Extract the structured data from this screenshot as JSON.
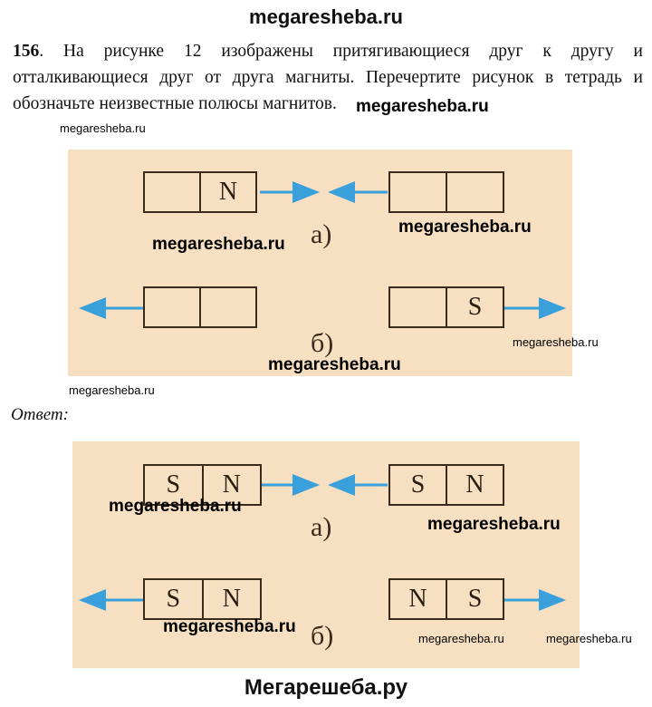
{
  "site_title": "megaresheba.ru",
  "problem": {
    "number": "156",
    "text": ". На рисунке 12 изображены притягивающиеся друг к другу и отталкивающиеся друг от друга магниты. Перечертите рисунок в тетрадь и обозначьте неизвестные полюсы магнитов."
  },
  "watermark": "megaresheba.ru",
  "figure_question": {
    "a": {
      "label": "а)",
      "left": [
        "",
        "N"
      ],
      "right": [
        "",
        ""
      ]
    },
    "b": {
      "label": "б)",
      "left": [
        "",
        ""
      ],
      "right": [
        "",
        "S"
      ]
    }
  },
  "answer_label": "Ответ:",
  "figure_answer": {
    "a": {
      "label": "а)",
      "left": [
        "S",
        "N"
      ],
      "right": [
        "S",
        "N"
      ]
    },
    "b": {
      "label": "б)",
      "left": [
        "S",
        "N"
      ],
      "right": [
        "N",
        "S"
      ]
    }
  },
  "footer": "Мегарешеба.ру",
  "colors": {
    "arrow": "#3aa0dc",
    "figure_bg": "#f7dfc1"
  }
}
